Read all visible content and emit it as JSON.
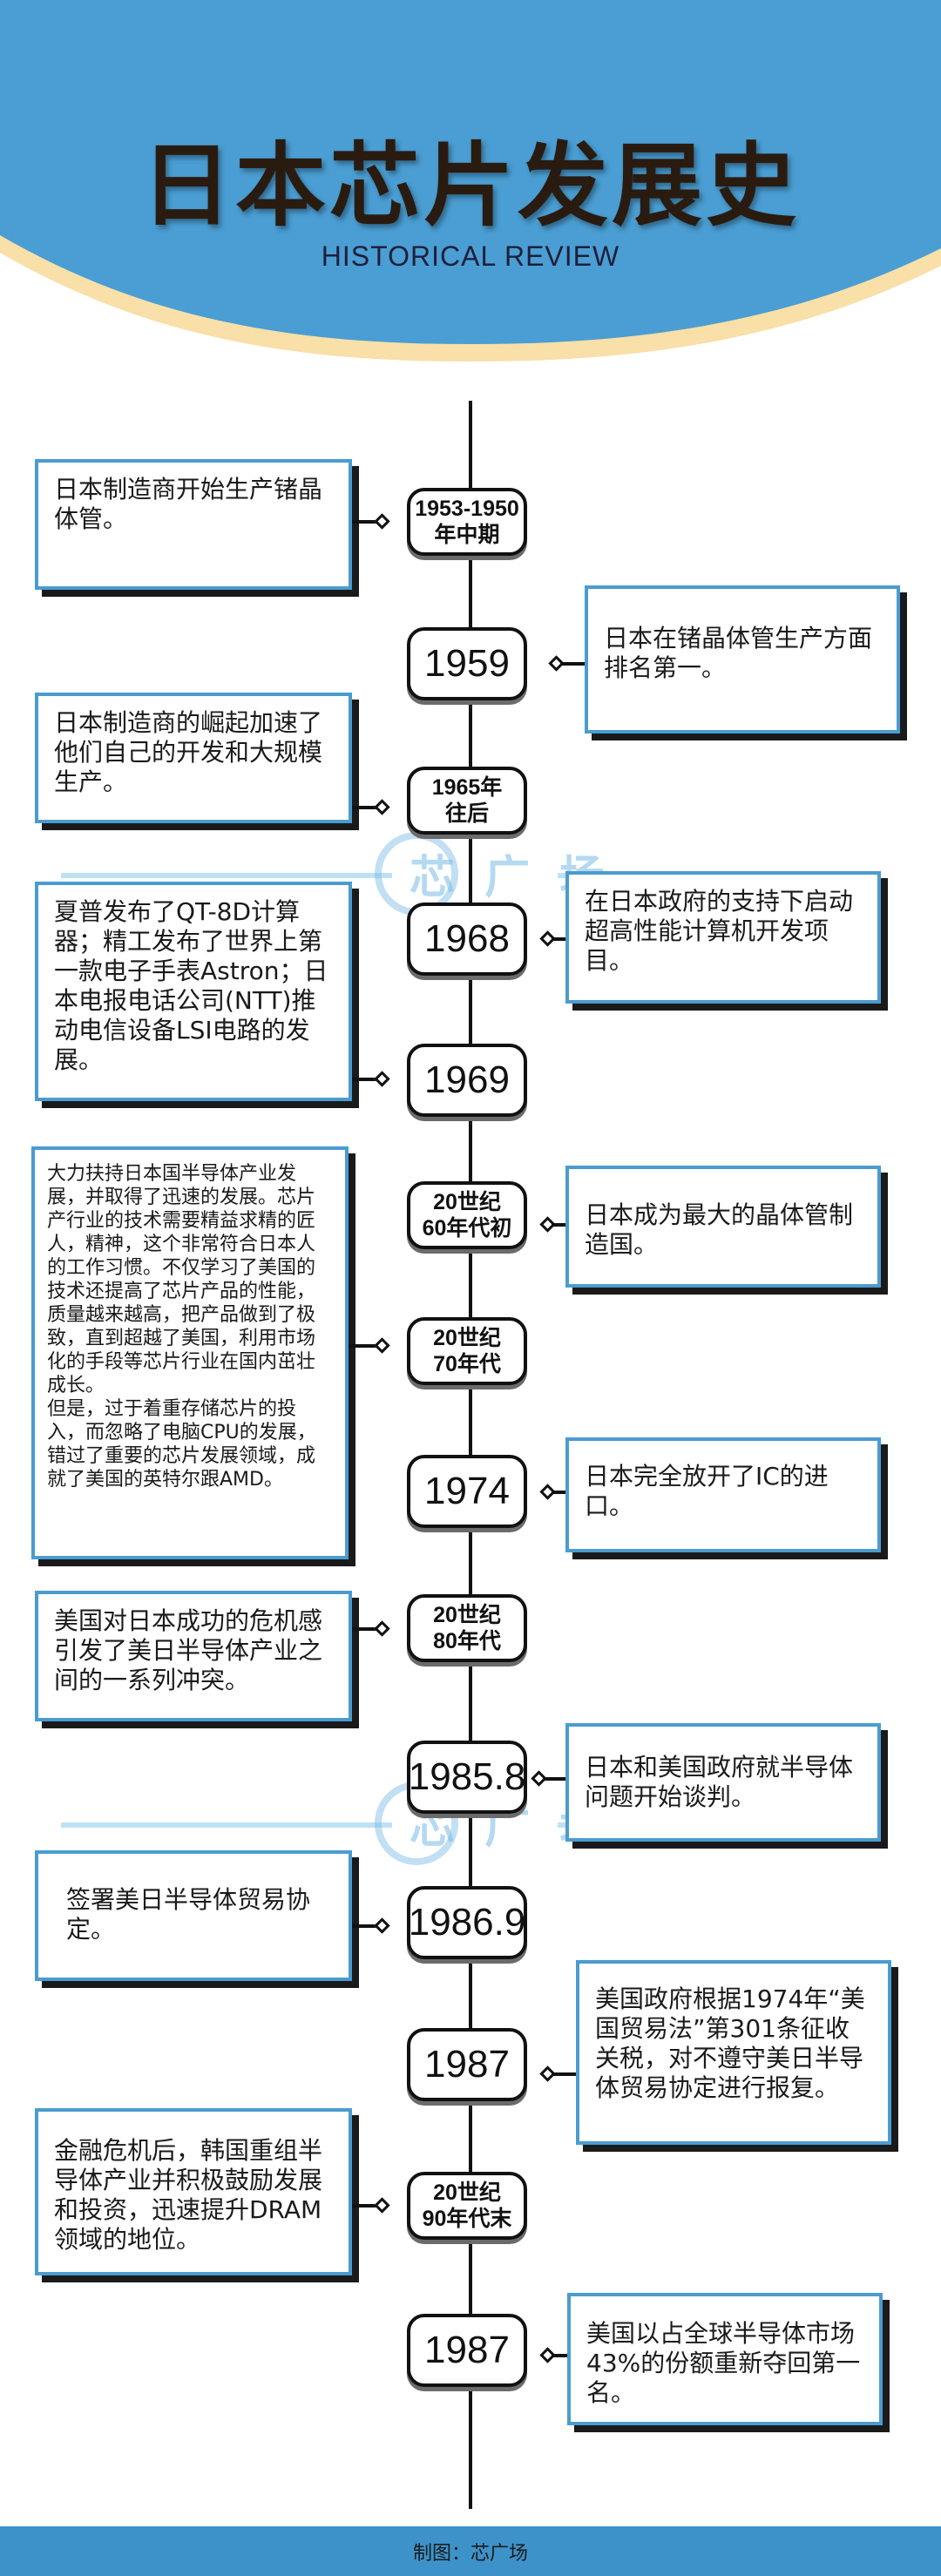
{
  "header": {
    "title": "日本芯片发展史",
    "subtitle": "HISTORICAL REVIEW",
    "colors": {
      "sky": "#4a9ed3",
      "wave": "#f9dfa8"
    }
  },
  "watermark": {
    "text": "芯 广 场"
  },
  "events": [
    {
      "year": "1953-1950\n年中期",
      "text": "日本制造商开始生产锗晶体管。",
      "side": "left"
    },
    {
      "year": "1959",
      "text": "日本在锗晶体管生产方面排名第一。",
      "side": "right"
    },
    {
      "year": "1965年\n往后",
      "text": "日本制造商的崛起加速了他们自己的开发和大规模生产。",
      "side": "left"
    },
    {
      "year": "1968",
      "text": "在日本政府的支持下启动超高性能计算机开发项目。",
      "side": "right"
    },
    {
      "year": "1969",
      "text": "夏普发布了QT-8D计算器；精工发布了世界上第一款电子手表Astron；日本电报电话公司(NTT)推动电信设备LSI电路的发展。",
      "side": "left"
    },
    {
      "year": "20世纪\n60年代初",
      "text": "日本成为最大的晶体管制造国。",
      "side": "right"
    },
    {
      "year": "20世纪\n70年代",
      "text": "大力扶持日本国半导体产业发展，并取得了迅速的发展。芯片产行业的技术需要精益求精的匠人，精神，这个非常符合日本人的工作习惯。不仅学习了美国的技术还提高了芯片产品的性能，质量越来越高，把产品做到了极致，直到超越了美国，利用市场化的手段等芯片行业在国内茁壮成长。\n但是，过于着重存储芯片的投入，而忽略了电脑CPU的发展，错过了重要的芯片发展领域，成就了美国的英特尔跟AMD。",
      "side": "left"
    },
    {
      "year": "1974",
      "text": "日本完全放开了IC的进口。",
      "side": "right"
    },
    {
      "year": "20世纪\n80年代",
      "text": "美国对日本成功的危机感引发了美日半导体产业之间的一系列冲突。",
      "side": "left"
    },
    {
      "year": "1985.8",
      "text": "日本和美国政府就半导体问题开始谈判。",
      "side": "right"
    },
    {
      "year": "1986.9",
      "text": "签署美日半导体贸易协定。",
      "side": "left"
    },
    {
      "year": "1987",
      "text": "美国政府根据1974年“美国贸易法”第301条征收关税，对不遵守美日半导体贸易协定进行报复。",
      "side": "right"
    },
    {
      "year": "20世纪\n90年代末",
      "text": "金融危机后，韩国重组半导体产业并积极鼓励发展和投资，迅速提升DRAM领域的地位。",
      "side": "left"
    },
    {
      "year": "1987",
      "text": "美国以占全球半导体市场43%的份额重新夺回第一名。",
      "side": "right"
    }
  ],
  "footer": {
    "credit": "制图：芯广场"
  }
}
